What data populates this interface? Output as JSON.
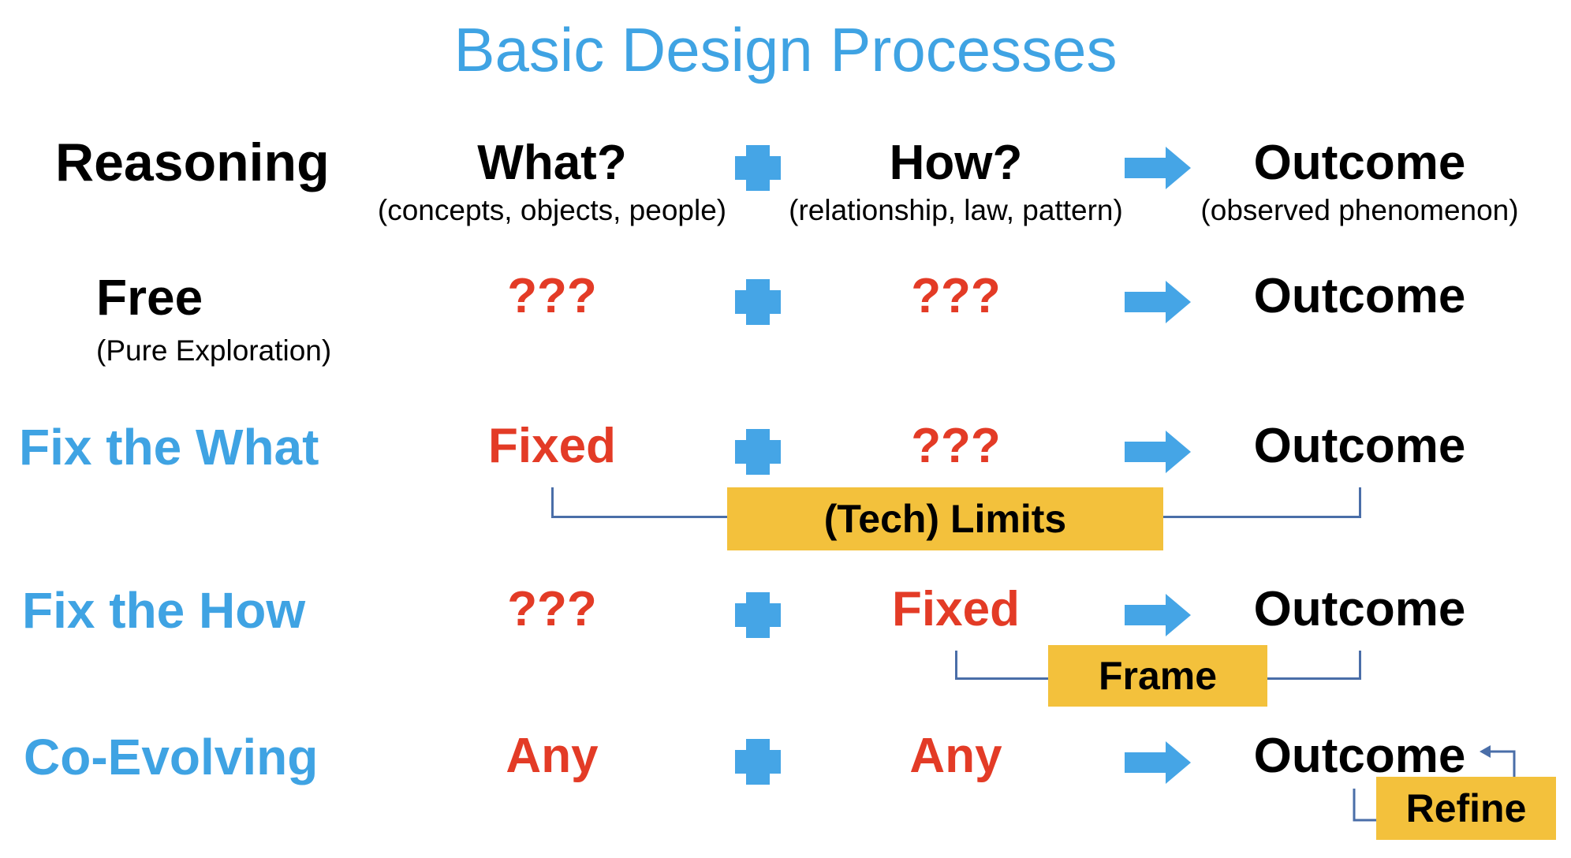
{
  "title": "Basic Design Processes",
  "header": {
    "label": "Reasoning",
    "what": {
      "label": "What?",
      "sub": "(concepts, objects, people)"
    },
    "how": {
      "label": "How?",
      "sub": "(relationship, law, pattern)"
    },
    "outcome": {
      "label": "Outcome",
      "sub": "(observed phenomenon)"
    }
  },
  "rows": [
    {
      "label": "Free",
      "sub": "(Pure Exploration)",
      "what": "???",
      "how": "???",
      "outcome": "Outcome"
    },
    {
      "label": "Fix the What",
      "what": "Fixed",
      "how": "???",
      "outcome": "Outcome",
      "box": "(Tech) Limits"
    },
    {
      "label": "Fix the How",
      "what": "???",
      "how": "Fixed",
      "outcome": "Outcome",
      "box": "Frame"
    },
    {
      "label": "Co-Evolving",
      "what": "Any",
      "how": "Any",
      "outcome": "Outcome",
      "box": "Refine"
    }
  ],
  "colors": {
    "title_blue": "#3fa3e3",
    "value_red": "#e33b26",
    "operator_blue": "#45a5e6",
    "box_yellow": "#f3c13c",
    "bracket_blue": "#4a6ea8"
  },
  "icons": [
    "plus-icon",
    "right-arrow-icon",
    "loop-arrow-icon"
  ]
}
